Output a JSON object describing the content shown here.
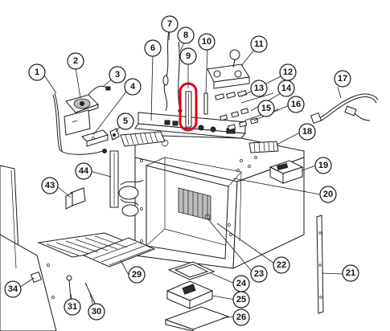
{
  "diagram": {
    "callouts": [
      {
        "id": "1",
        "label": "1"
      },
      {
        "id": "2",
        "label": "2"
      },
      {
        "id": "3",
        "label": "3"
      },
      {
        "id": "4",
        "label": "4"
      },
      {
        "id": "5",
        "label": "5"
      },
      {
        "id": "6",
        "label": "6"
      },
      {
        "id": "7",
        "label": "7"
      },
      {
        "id": "8",
        "label": "8"
      },
      {
        "id": "9",
        "label": "9"
      },
      {
        "id": "10",
        "label": "10"
      },
      {
        "id": "11",
        "label": "11"
      },
      {
        "id": "12",
        "label": "12"
      },
      {
        "id": "13",
        "label": "13"
      },
      {
        "id": "14",
        "label": "14"
      },
      {
        "id": "15",
        "label": "15"
      },
      {
        "id": "16",
        "label": "16"
      },
      {
        "id": "17",
        "label": "17"
      },
      {
        "id": "18",
        "label": "18"
      },
      {
        "id": "19",
        "label": "19"
      },
      {
        "id": "20",
        "label": "20"
      },
      {
        "id": "21",
        "label": "21"
      },
      {
        "id": "22",
        "label": "22"
      },
      {
        "id": "23",
        "label": "23"
      },
      {
        "id": "24",
        "label": "24"
      },
      {
        "id": "25",
        "label": "25"
      },
      {
        "id": "26",
        "label": "26"
      },
      {
        "id": "29",
        "label": "29"
      },
      {
        "id": "30",
        "label": "30"
      },
      {
        "id": "31",
        "label": "31"
      },
      {
        "id": "34",
        "label": "34"
      },
      {
        "id": "43",
        "label": "43"
      },
      {
        "id": "44",
        "label": "44"
      }
    ],
    "highlight": {
      "part": "9",
      "color": "#e0001b"
    }
  }
}
